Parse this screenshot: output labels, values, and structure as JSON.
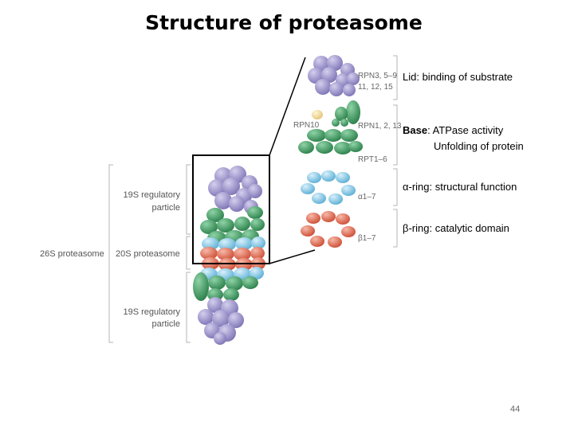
{
  "title": "Structure of proteasome",
  "figure": {
    "label_26s": "26S proteasome",
    "label_20s": "20S proteasome",
    "label_19s_top": [
      "19S regulatory",
      "particle"
    ],
    "label_19s_bottom": [
      "19S regulatory",
      "particle"
    ],
    "rpn_lid": [
      "RPN3, 5–9",
      "11, 12, 15"
    ],
    "rpn10": "RPN10",
    "rpn_base": "RPN1, 2, 13",
    "rpt": "RPT1–6",
    "alpha": "α1–7",
    "beta": "β1–7"
  },
  "annotations": {
    "lid": "Lid: binding of substrate",
    "base_bold": "Base",
    "base_rest": ": ATPase activity",
    "base_line2": "Unfolding of protein",
    "alpha": "α-ring: structural function",
    "beta": "β-ring: catalytic domain"
  },
  "page_number": "44",
  "colors": {
    "lid": "#9b93c9",
    "base": "#3f9d63",
    "alpha": "#8dcbe8",
    "beta": "#e8745c",
    "rpn10": "#f3e0a0"
  }
}
